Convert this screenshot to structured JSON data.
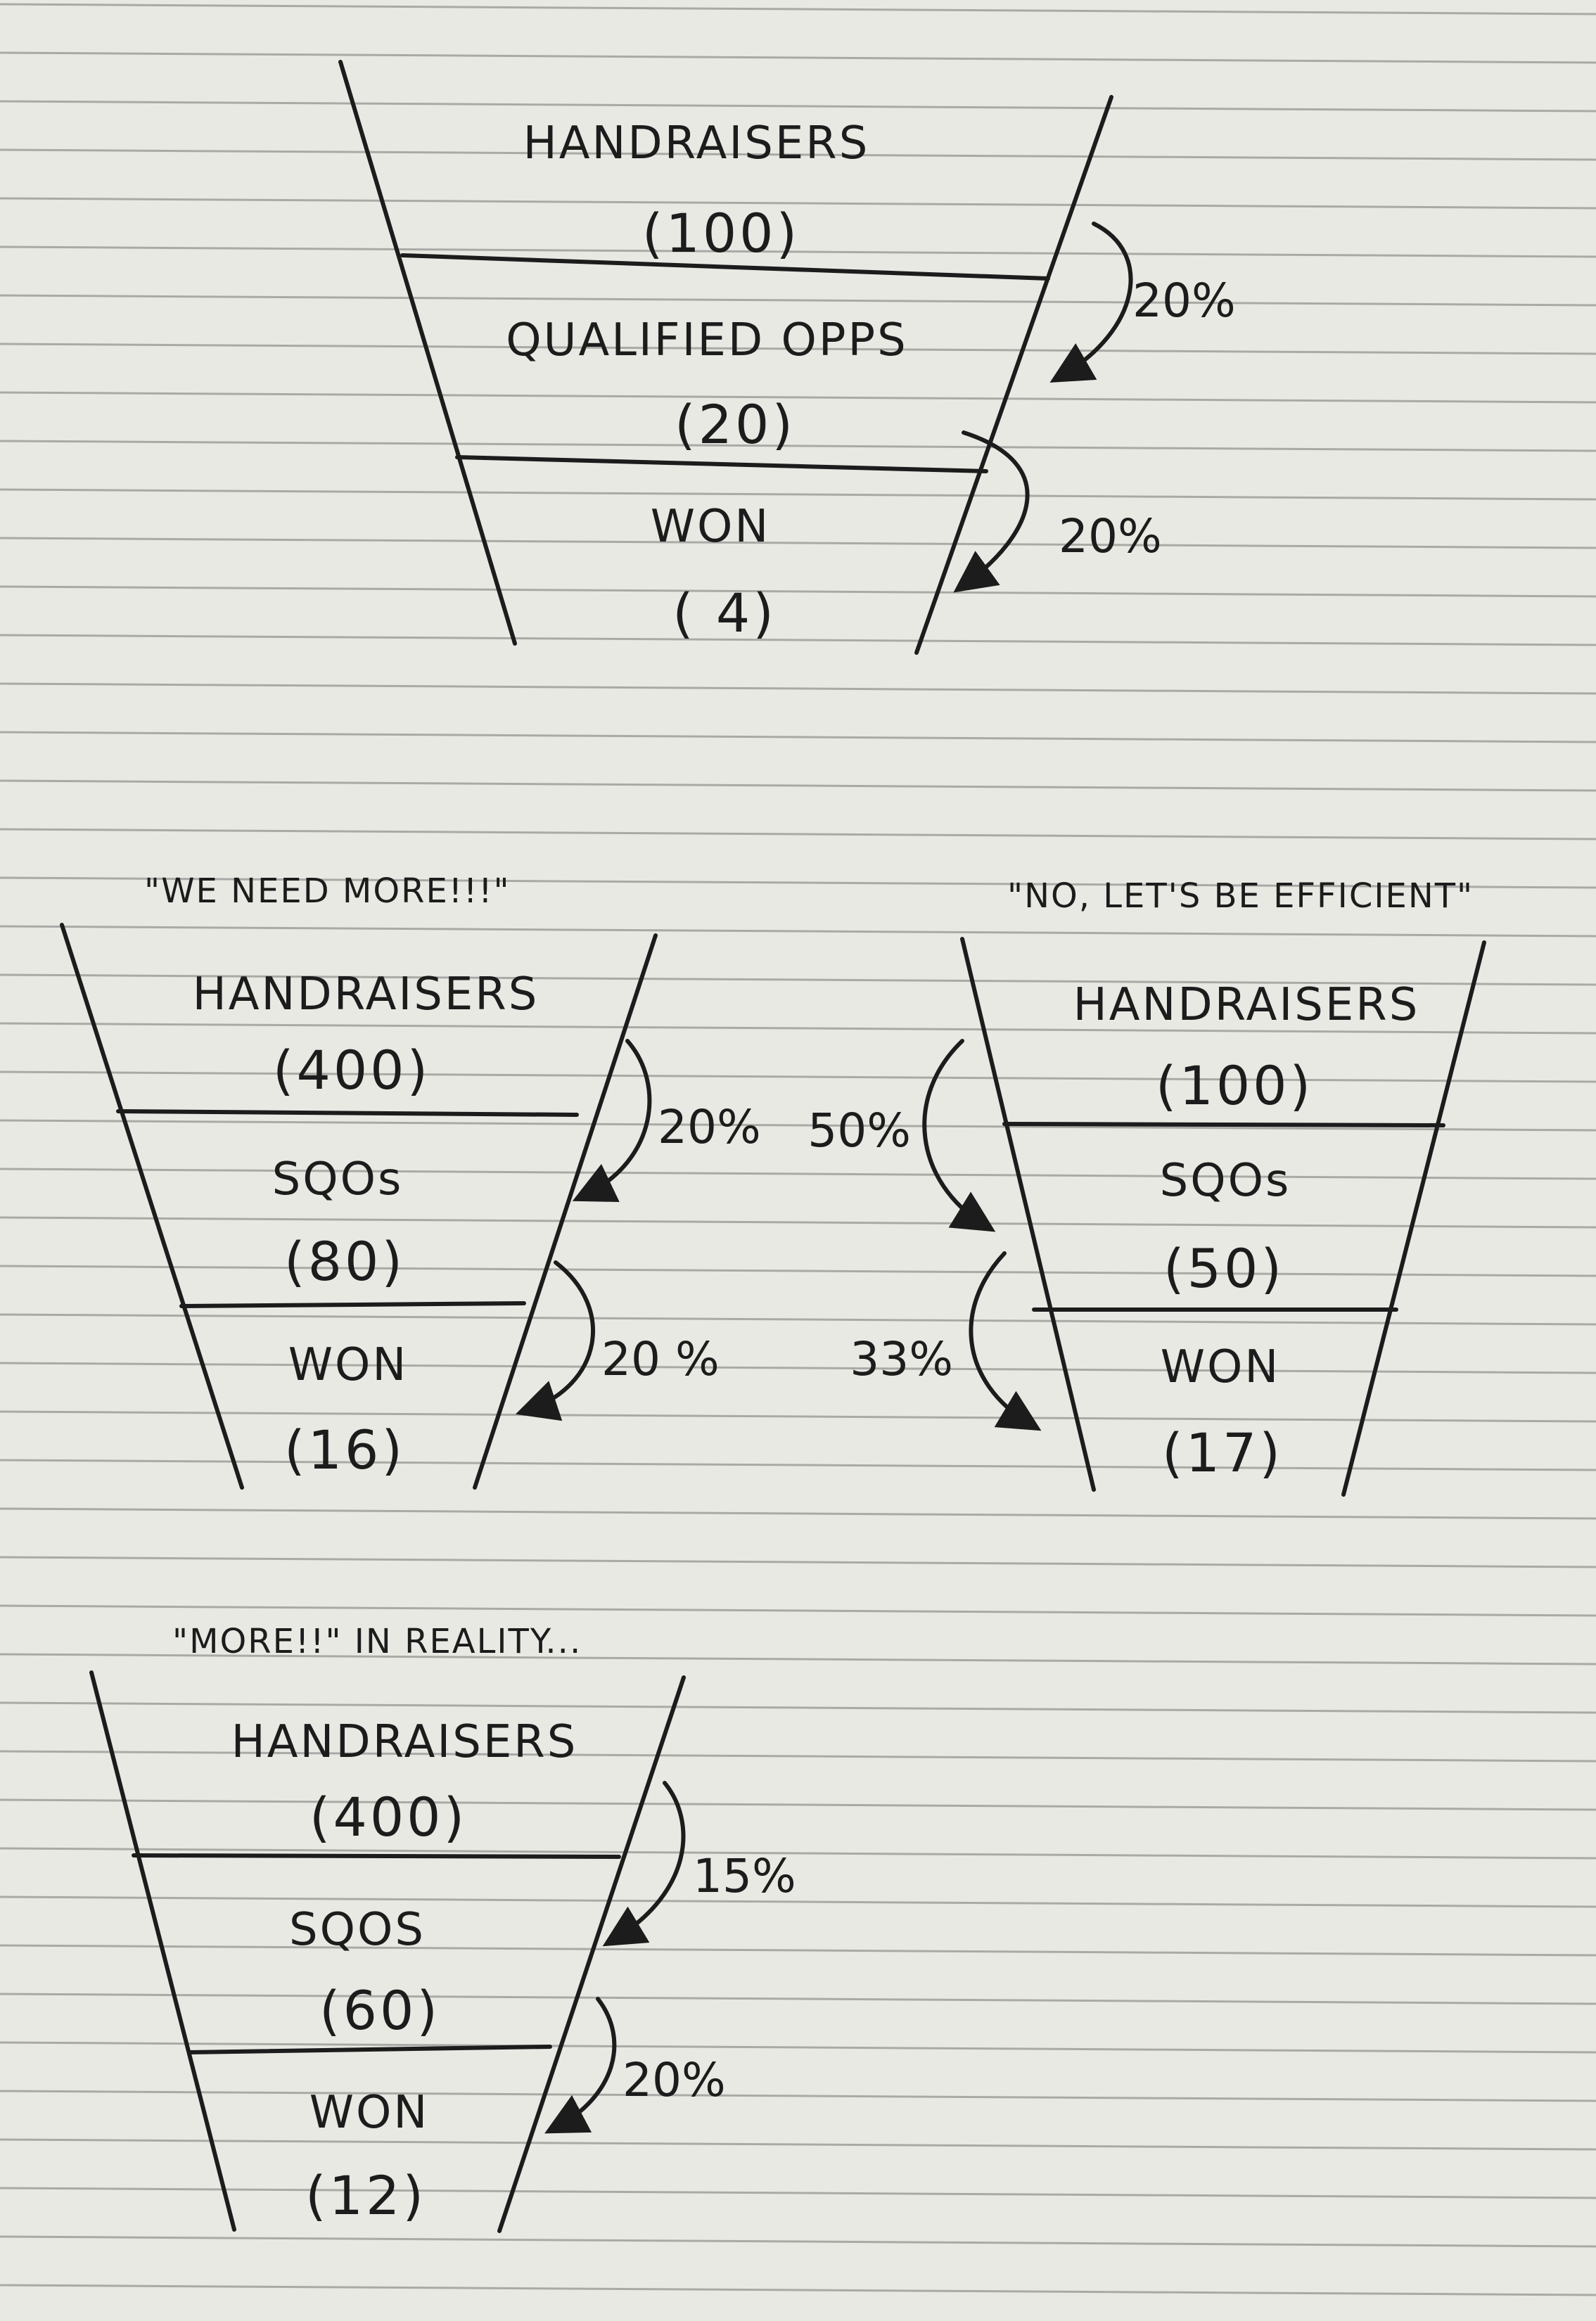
{
  "colors": {
    "paper": "#e9e9e4",
    "rule": "#a9aaa6",
    "ink": "#1c1c1c"
  },
  "funnels": [
    {
      "id": "baseline",
      "caption": "",
      "stages": [
        {
          "label": "HANDRAISERS",
          "count": "(100)"
        },
        {
          "label": "QUALIFIED OPPS",
          "count": "(20)"
        },
        {
          "label": "WON",
          "count": "( 4)"
        }
      ],
      "rates": [
        "20%",
        "20%"
      ]
    },
    {
      "id": "more",
      "caption": "\"WE NEED MORE!!!\"",
      "stages": [
        {
          "label": "HANDRAISERS",
          "count": "(400)"
        },
        {
          "label": "SQOs",
          "count": "(80)"
        },
        {
          "label": "WON",
          "count": "(16)"
        }
      ],
      "rates": [
        "20%",
        "20 %"
      ]
    },
    {
      "id": "efficient",
      "caption": "\"NO, LET'S BE EFFICIENT\"",
      "stages": [
        {
          "label": "HANDRAISERS",
          "count": "(100)"
        },
        {
          "label": "SQOs",
          "count": "(50)"
        },
        {
          "label": "WON",
          "count": "(17)"
        }
      ],
      "rates": [
        "50%",
        "33%"
      ]
    },
    {
      "id": "reality",
      "caption": "\"MORE!!\" IN REALITY...",
      "stages": [
        {
          "label": "HANDRAISERS",
          "count": "(400)"
        },
        {
          "label": "SQOS",
          "count": "(60)"
        },
        {
          "label": "WON",
          "count": "(12)"
        }
      ],
      "rates": [
        "15%",
        "20%"
      ]
    }
  ]
}
